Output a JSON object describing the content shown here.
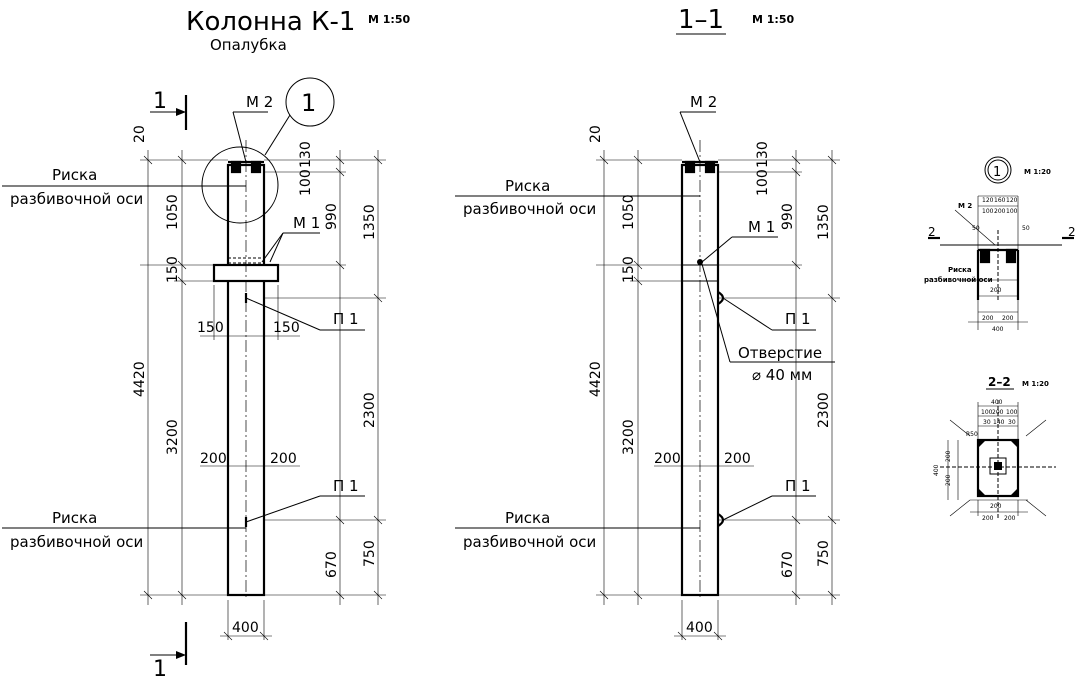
{
  "left_view": {
    "title": "Колонна К-1",
    "scale": "М 1:50",
    "subtitle": "Опалубка",
    "section_mark": "1",
    "callout": "1",
    "label_m2": "М 2",
    "label_m1": "М 1",
    "label_p1_top": "П 1",
    "label_p1_bottom": "П 1",
    "risk_top_1": "Риска",
    "risk_top_2": "разбивочной оси",
    "risk_bottom_1": "Риска",
    "risk_bottom_2": "разбивочной оси",
    "dims": {
      "d20": "20",
      "d1050": "1050",
      "d150": "150",
      "d4420": "4420",
      "d3200": "3200",
      "d130": "130",
      "d100": "100",
      "d990": "990",
      "d1350": "1350",
      "d2300": "2300",
      "d670": "670",
      "d750": "750",
      "w150a": "150",
      "w150b": "150",
      "w200a": "200",
      "w200b": "200",
      "w400": "400"
    }
  },
  "mid_view": {
    "title": "1–1",
    "scale": "М 1:50",
    "label_m2": "М 2",
    "label_m1": "М 1",
    "label_p1_top": "П 1",
    "label_p1_bottom": "П 1",
    "hole_1": "Отверстие",
    "hole_2": "⌀ 40 мм",
    "risk_top_1": "Риска",
    "risk_top_2": "разбивочной оси",
    "risk_bottom_1": "Риска",
    "risk_bottom_2": "разбивочной оси",
    "dims": {
      "d20": "20",
      "d1050": "1050",
      "d150": "150",
      "d4420": "4420",
      "d3200": "3200",
      "d130": "130",
      "d100": "100",
      "d990": "990",
      "d1350": "1350",
      "d2300": "2300",
      "d670": "670",
      "d750": "750",
      "w200a": "200",
      "w200b": "200",
      "w400": "400"
    }
  },
  "detail_1": {
    "callout": "1",
    "scale": "М 1:20",
    "label_m2": "М 2",
    "risk_1": "Риска",
    "risk_2": "разбивочной оси",
    "section_mark": "2",
    "dims_top": [
      "120",
      "160",
      "120"
    ],
    "dims_top2": [
      "100",
      "200",
      "100"
    ],
    "dim_50a": "50",
    "dim_50b": "50",
    "dims_bottom": [
      "200",
      "200"
    ],
    "dim_400": "400",
    "dim_200": "200"
  },
  "detail_2": {
    "title": "2–2",
    "scale": "М 1:20",
    "dim_400": "400",
    "dims_top": [
      "100",
      "200",
      "100"
    ],
    "dims_top2": [
      "30",
      "140",
      "30"
    ],
    "dim_r50": "R50",
    "dims_left": [
      "400",
      "200",
      "200"
    ],
    "dims_bottom": [
      "200",
      "200"
    ],
    "dim_200": "200"
  }
}
